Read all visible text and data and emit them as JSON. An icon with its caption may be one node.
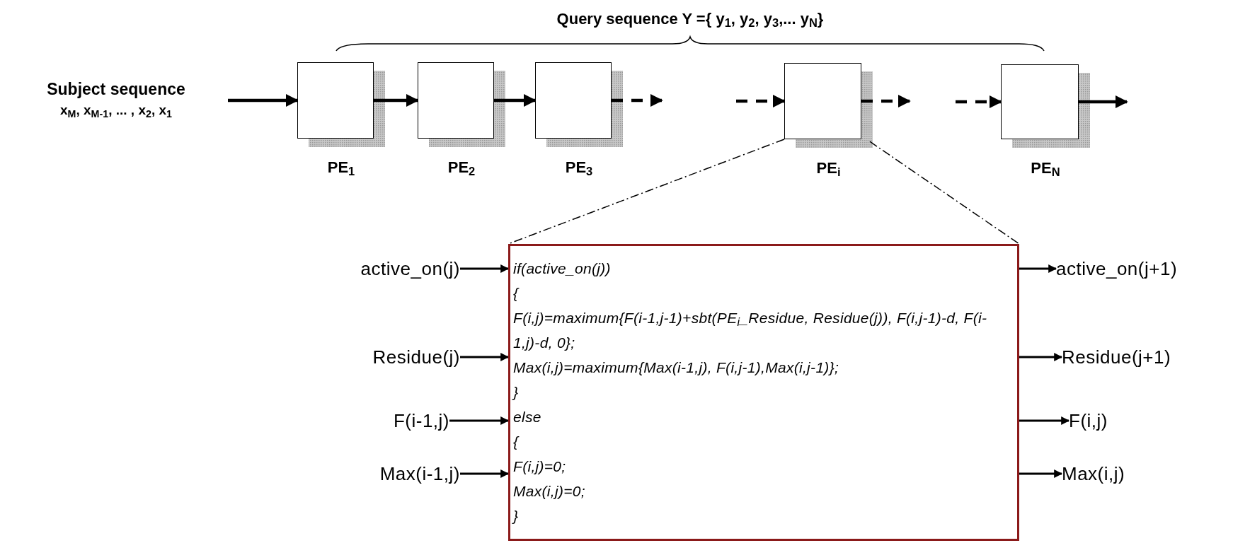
{
  "diagram": {
    "nodes": [
      {
        "text": [
          "Subject sequence",
          "x$_{M}$, x$_{M-1}$, ... , x$_{2}$, x$_{1}$"
        ]
      },
      {
        "text": [],
        "shape": "box",
        "beside": [
          "PE$_{1}$"
        ]
      },
      {
        "text": [],
        "shape": "box",
        "beside": [
          "PE$_{2}$"
        ]
      },
      {
        "text": [],
        "shape": "box",
        "beside": [
          "PE$_{3}$"
        ]
      },
      {
        "text": [],
        "shape": "box",
        "beside": [
          "PE$_{i}$"
        ]
      },
      {
        "text": [],
        "shape": "box",
        "beside": [
          "PE$_{N}$"
        ]
      },
      {
        "text": [
          "if(active_on(j))",
          "{",
          "F(i,j)=maximum{F(i-1,j-1)+sbt(PE$_{i}$_Residue, Residue(j)), F(i,j-1)-d, F(i-1,j)-d, 0};",
          "Max(i,j)=maximum{Max(i-1,j), F(i,j-1),Max(i,j-1)};",
          "}",
          "else",
          "{",
          "F(i,j)=0;",
          "Max(i,j)=0;",
          "}"
        ]
      },
      {
        "text": [
          "active_on(j)"
        ]
      },
      {
        "text": [
          "Residue(j)"
        ]
      },
      {
        "text": [
          "F(i-1,j)"
        ]
      },
      {
        "text": [
          "Max(i-1,j)"
        ]
      },
      {
        "text": [
          "active_on(j+1)"
        ]
      },
      {
        "text": [
          "Residue(j+1)"
        ]
      },
      {
        "text": [
          "F(i,j)"
        ]
      },
      {
        "text": [
          "Max(i,j)"
        ]
      }
    ],
    "edges": [
      {
        "from": 0,
        "to": 1,
        "arrow": "to"
      },
      {
        "from": 1,
        "to": 2,
        "arrow": "to"
      },
      {
        "from": 2,
        "to": 3,
        "arrow": "to"
      },
      {
        "from": 3,
        "to": null,
        "arrow": "to",
        "style": "dashed"
      },
      {
        "from": null,
        "to": 4,
        "arrow": "to",
        "style": "dashed"
      },
      {
        "from": 4,
        "to": null,
        "arrow": "to",
        "style": "dashed"
      },
      {
        "from": null,
        "to": 5,
        "arrow": "to",
        "style": "dashed"
      },
      {
        "from": 5,
        "to": null,
        "arrow": "to"
      },
      {
        "from": 4,
        "to": 6,
        "arrow": "none",
        "style": "dashed"
      },
      {
        "from": 4,
        "to": 6,
        "arrow": "none",
        "style": "dashed"
      },
      {
        "from": 7,
        "to": 6,
        "arrow": "to"
      },
      {
        "from": 8,
        "to": 6,
        "arrow": "to"
      },
      {
        "from": 9,
        "to": 6,
        "arrow": "to"
      },
      {
        "from": 10,
        "to": 6,
        "arrow": "to"
      },
      {
        "from": 6,
        "to": 11,
        "arrow": "to"
      },
      {
        "from": 6,
        "to": 12,
        "arrow": "to"
      },
      {
        "from": 6,
        "to": 13,
        "arrow": "to"
      },
      {
        "from": 6,
        "to": 14,
        "arrow": "to"
      }
    ],
    "labels": [
      "Query sequence Y ={ y$_{1}$, y$_{2}$, y$_{3}$,... y$_{N}$}"
    ]
  }
}
